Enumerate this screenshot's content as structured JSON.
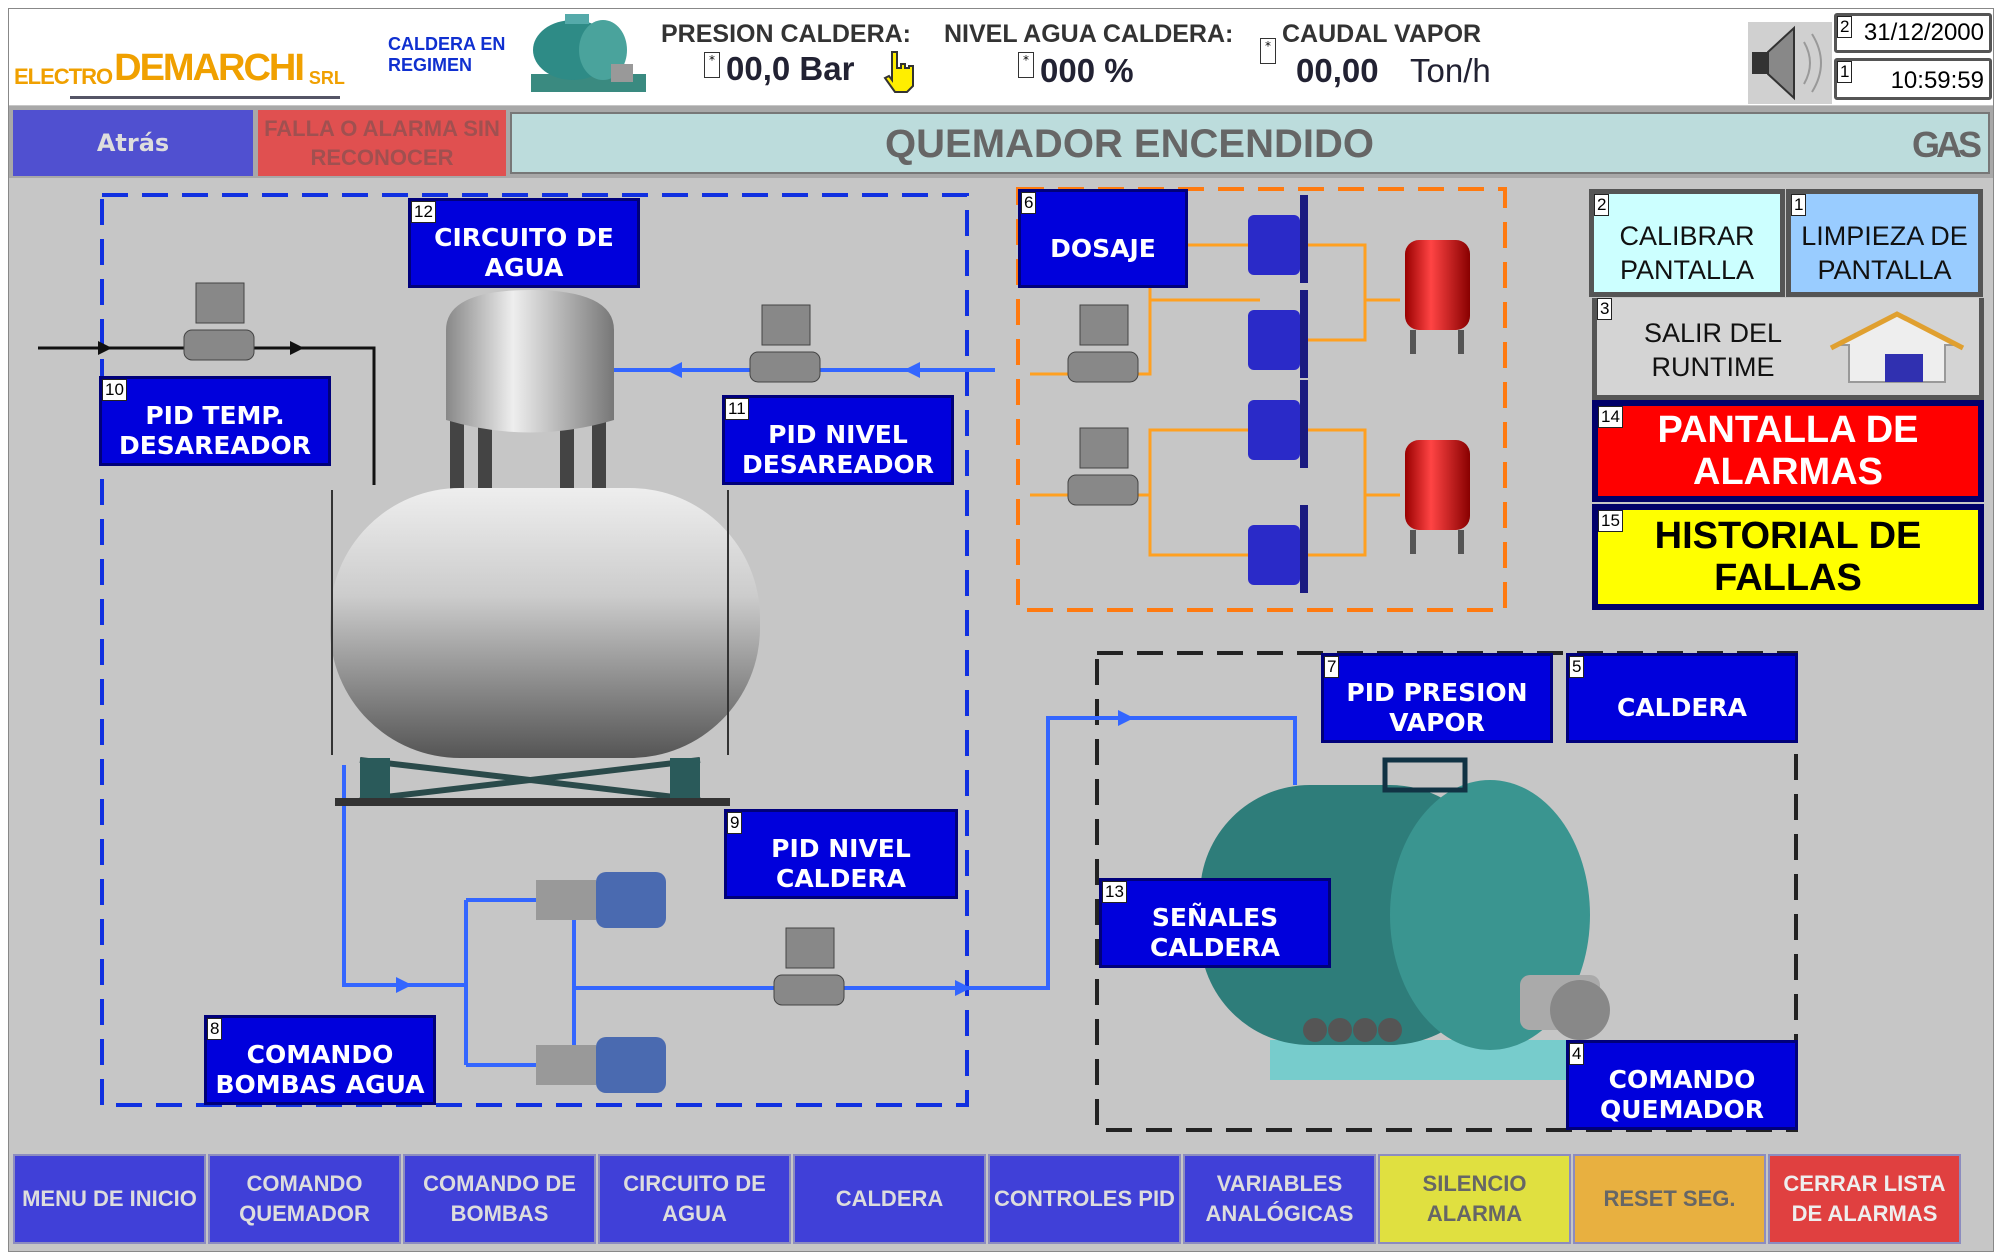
{
  "header": {
    "logo": {
      "part1": "ELECTRO",
      "part2": "DEMARCHI",
      "part3": "SRL"
    },
    "boiler_status": "CALDERA EN REGIMEN",
    "presion_label": "PRESION CALDERA:",
    "presion_value": "00,0 Bar",
    "nivel_label": "NIVEL AGUA CALDERA:",
    "nivel_value": "000 %",
    "caudal_label": "CAUDAL VAPOR",
    "caudal_value": "00,00",
    "caudal_unit": "Ton/h",
    "input_marker": "*",
    "date": "31/12/2000",
    "date_key": "2",
    "time": "10:59:59",
    "time_key": "1",
    "icons": [
      "boiler-icon",
      "hand-pointer-icon",
      "speaker-icon"
    ]
  },
  "status_bar": {
    "back_label": "Atrás",
    "alarm_label": "FALLA O ALARMA SIN RECONOCER",
    "title": "QUEMADOR ENCENDIDO",
    "fuel": "GAS"
  },
  "diagram_buttons": [
    {
      "key": "12",
      "label": "CIRCUITO DE AGUA"
    },
    {
      "key": "10",
      "label": "PID TEMP. DESAREADOR"
    },
    {
      "key": "11",
      "label": "PID NIVEL DESAREADOR"
    },
    {
      "key": "6",
      "label": "DOSAJE"
    },
    {
      "key": "9",
      "label": "PID NIVEL CALDERA"
    },
    {
      "key": "8",
      "label": "COMANDO BOMBAS AGUA"
    },
    {
      "key": "7",
      "label": "PID PRESION VAPOR"
    },
    {
      "key": "5",
      "label": "CALDERA"
    },
    {
      "key": "13",
      "label": "SEÑALES CALDERA"
    },
    {
      "key": "4",
      "label": "COMANDO QUEMADOR"
    }
  ],
  "side_panel": {
    "calibrar": {
      "key": "2",
      "label": "CALIBRAR PANTALLA"
    },
    "limpieza": {
      "key": "1",
      "label": "LIMPIEZA DE PANTALLA"
    },
    "salir": {
      "key": "3",
      "label": "SALIR DEL RUNTIME"
    },
    "alarmas": {
      "key": "14",
      "label": "PANTALLA DE ALARMAS"
    },
    "historial": {
      "key": "15",
      "label": "HISTORIAL DE FALLAS"
    }
  },
  "bottom_nav": [
    {
      "label": "MENU DE INICIO",
      "color": "#4040d8"
    },
    {
      "label": "COMANDO QUEMADOR",
      "color": "#4040d8"
    },
    {
      "label": "COMANDO DE BOMBAS",
      "color": "#4040d8"
    },
    {
      "label": "CIRCUITO DE AGUA",
      "color": "#4040d8"
    },
    {
      "label": "CALDERA",
      "color": "#4040d8"
    },
    {
      "label": "CONTROLES PID",
      "color": "#4040d8"
    },
    {
      "label": "VARIABLES ANALÓGICAS",
      "color": "#4040d8"
    },
    {
      "label": "SILENCIO ALARMA",
      "color": "#e0e040"
    },
    {
      "label": "RESET SEG.",
      "color": "#e8b040"
    },
    {
      "label": "CERRAR LISTA DE ALARMAS",
      "color": "#e04040"
    }
  ],
  "colors": {
    "button_blue": "#0000dc",
    "alarm_red": "#ff0000",
    "history_yellow": "#ffff00",
    "pipe_blue": "#3366ff",
    "pipe_orange": "#ffa020"
  }
}
